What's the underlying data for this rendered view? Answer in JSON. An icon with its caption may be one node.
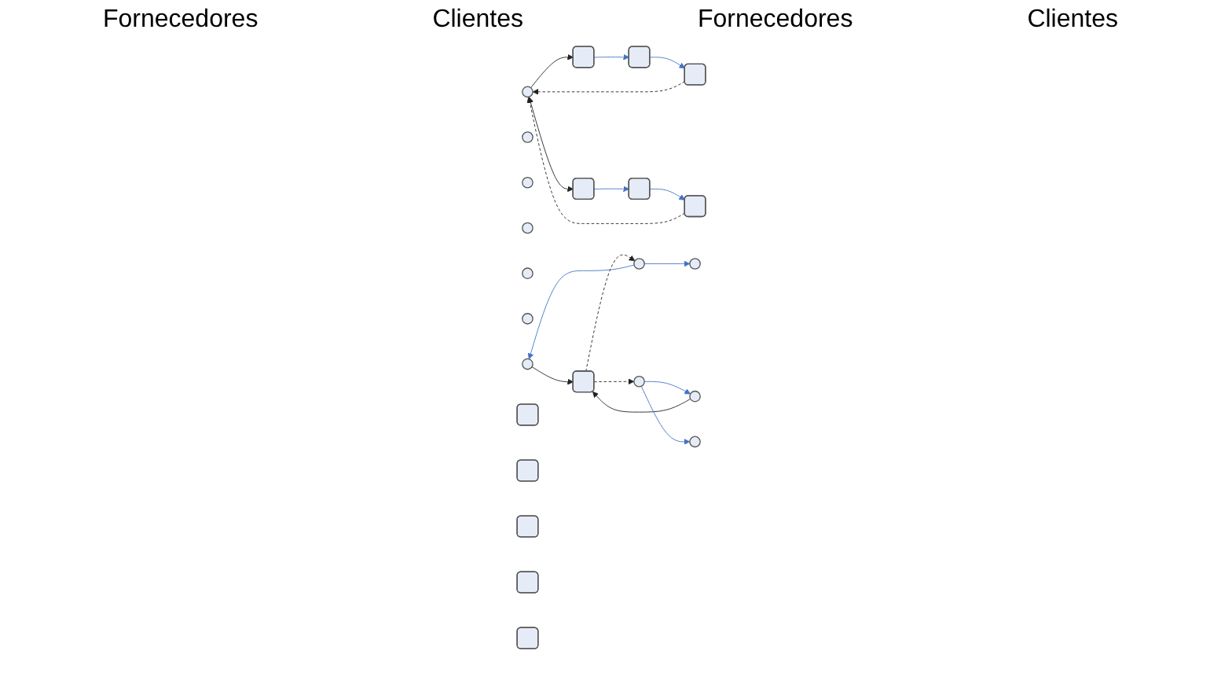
{
  "diagram": {
    "nodes": [
      {
        "text": [],
        "shape": "circle"
      },
      {
        "text": [],
        "shape": "circle"
      },
      {
        "text": [],
        "shape": "circle"
      },
      {
        "text": [],
        "shape": "circle"
      },
      {
        "text": [],
        "shape": "circle"
      },
      {
        "text": [],
        "shape": "circle"
      },
      {
        "text": [],
        "shape": "box"
      },
      {
        "text": [],
        "shape": "box"
      },
      {
        "text": [],
        "shape": "box"
      },
      {
        "text": [],
        "shape": "box"
      },
      {
        "text": [],
        "shape": "box"
      },
      {
        "text": [],
        "shape": "box"
      },
      {
        "text": [],
        "shape": "circle"
      },
      {
        "text": [],
        "shape": "circle"
      },
      {
        "text": [],
        "shape": "circle"
      },
      {
        "text": [],
        "shape": "circle"
      },
      {
        "text": [],
        "shape": "circle"
      },
      {
        "text": [],
        "shape": "circle"
      },
      {
        "text": [],
        "shape": "box"
      },
      {
        "text": [],
        "shape": "box"
      },
      {
        "text": [],
        "shape": "box"
      },
      {
        "text": [],
        "shape": "box"
      },
      {
        "text": [],
        "shape": "box"
      },
      {
        "text": [],
        "shape": "box"
      }
    ],
    "edges": [
      {
        "from": 0,
        "to": 6,
        "arrow": "to"
      },
      {
        "from": 6,
        "to": 7,
        "arrow": "to",
        "color": "#4472c4"
      },
      {
        "from": 7,
        "to": 8,
        "arrow": "to",
        "color": "#4472c4"
      },
      {
        "from": 8,
        "to": 0,
        "arrow": "to",
        "style": "dashed"
      },
      {
        "from": 0,
        "to": 9,
        "arrow": "both"
      },
      {
        "from": 9,
        "to": 10,
        "arrow": "to",
        "color": "#4472c4"
      },
      {
        "from": 10,
        "to": 11,
        "arrow": "to",
        "color": "#4472c4"
      },
      {
        "from": 11,
        "to": 0,
        "arrow": "to",
        "style": "dashed"
      },
      {
        "from": 12,
        "to": 18,
        "arrow": "to"
      },
      {
        "from": 14,
        "to": 12,
        "arrow": "to",
        "color": "#4472c4"
      },
      {
        "from": 14,
        "to": 13,
        "arrow": "to",
        "color": "#4472c4"
      },
      {
        "from": 18,
        "to": 14,
        "arrow": "to",
        "style": "dashed"
      },
      {
        "from": 15,
        "to": 18,
        "arrow": "to"
      },
      {
        "from": 17,
        "to": 15,
        "arrow": "to",
        "color": "#4472c4"
      },
      {
        "from": 17,
        "to": 16,
        "arrow": "to",
        "color": "#4472c4"
      },
      {
        "from": 18,
        "to": 17,
        "arrow": "to",
        "style": "dashed"
      }
    ],
    "labels": [
      "Fornecedores",
      "Clientes",
      "Fornecedores",
      "Clientes"
    ]
  }
}
